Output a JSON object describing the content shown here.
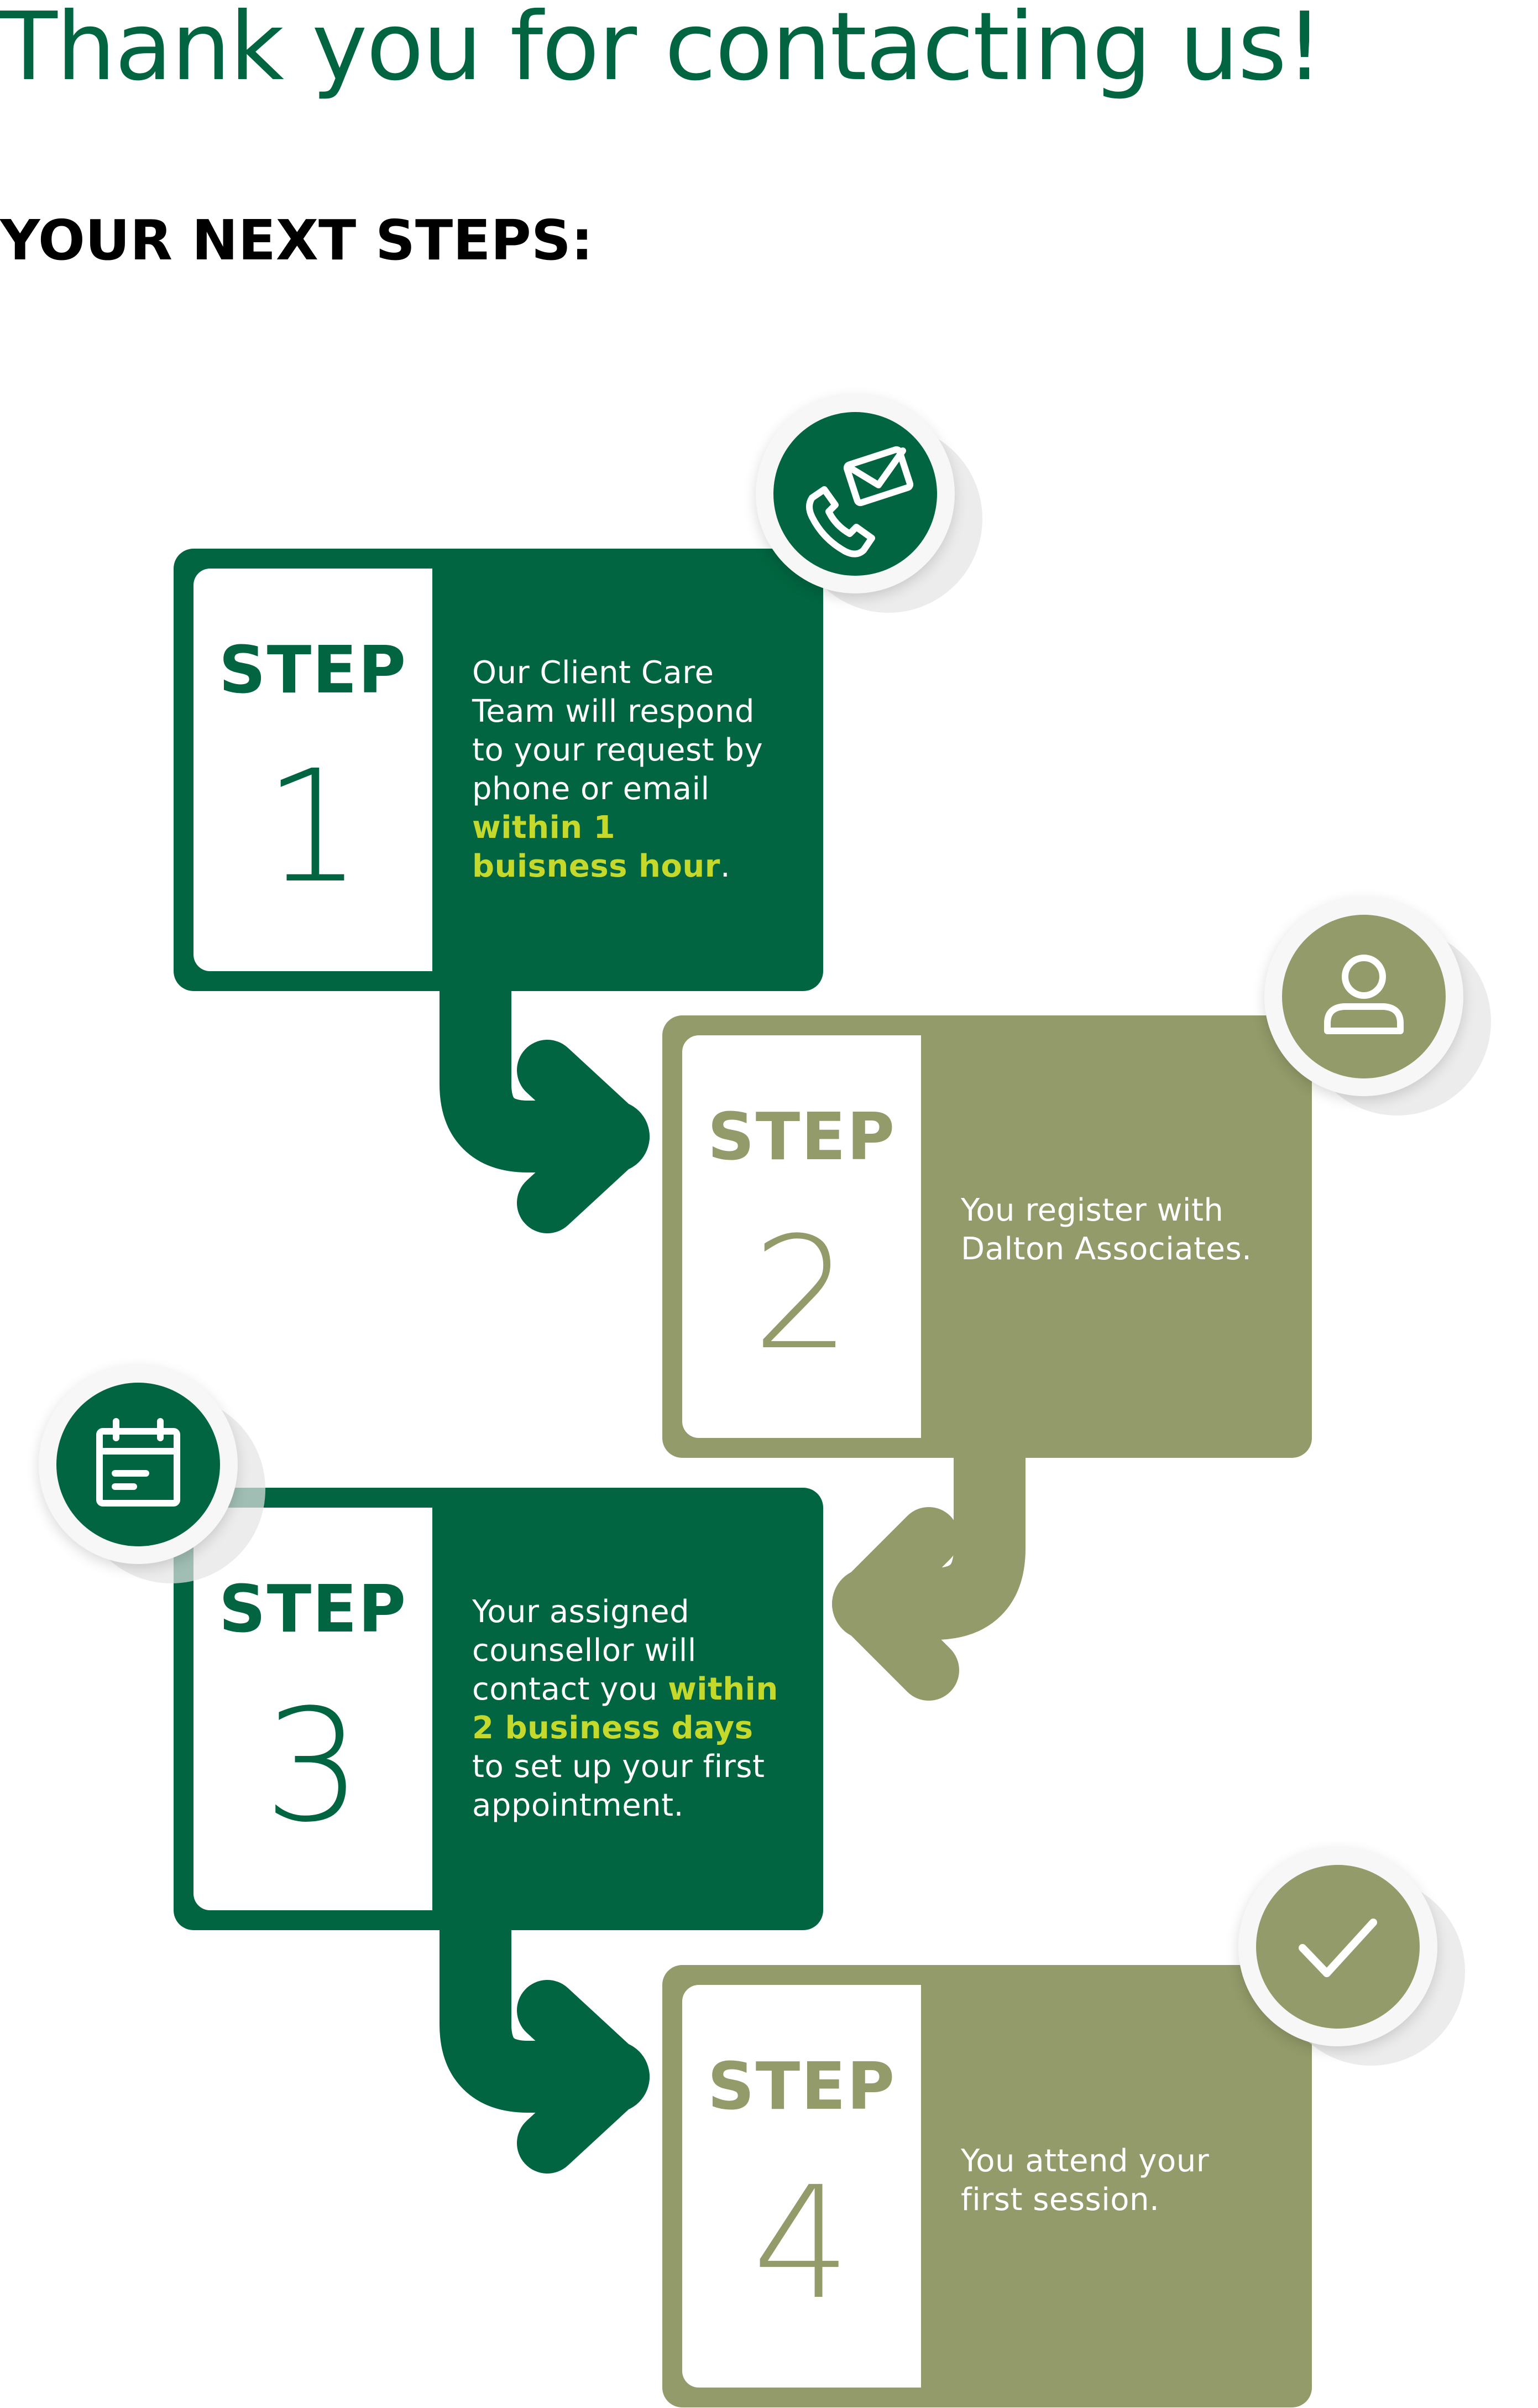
{
  "header": {
    "title": "Thank you for contacting us!",
    "subtitle": "YOUR NEXT STEPS:"
  },
  "colors": {
    "dark_green": "#006540",
    "olive": "#939B6A",
    "highlight": "#C5D92D"
  },
  "steps": [
    {
      "label": "STEP",
      "number": "1",
      "icon": "phone-mail-icon",
      "text_a": "Our Client Care Team will respond to your request by phone or email ",
      "highlight": "within 1 buisness hour",
      "text_b": "."
    },
    {
      "label": "STEP",
      "number": "2",
      "icon": "person-icon",
      "text_a": "You register with Dalton Associates."
    },
    {
      "label": "STEP",
      "number": "3",
      "icon": "calendar-icon",
      "text_a": "Your assigned counsellor will contact you ",
      "highlight": "within 2 business days",
      "text_b": " to set up your first appointment."
    },
    {
      "label": "STEP",
      "number": "4",
      "icon": "checkmark-icon",
      "text_a": "You attend your first session."
    }
  ]
}
